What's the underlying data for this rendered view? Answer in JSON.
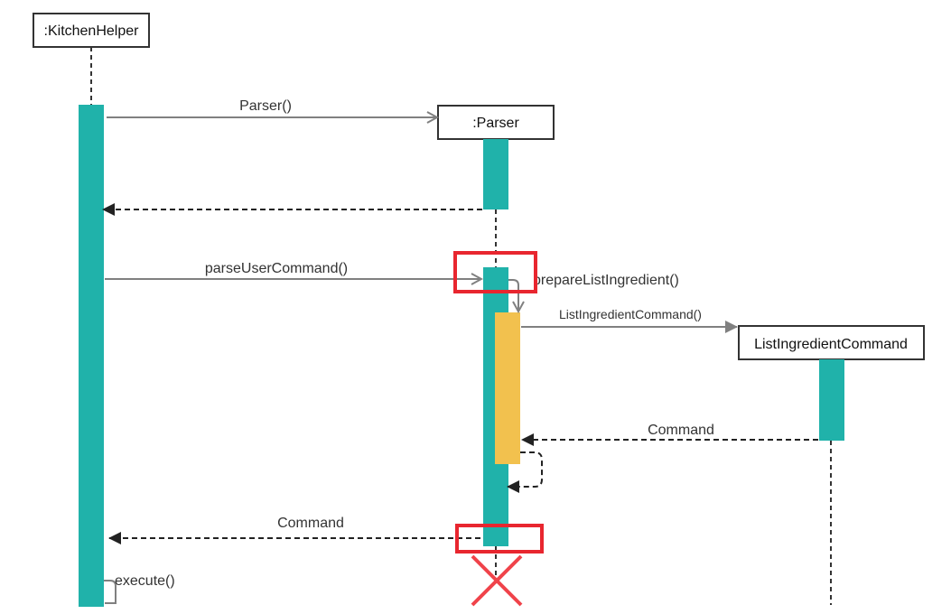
{
  "objects": {
    "kitchen_helper": ":KitchenHelper",
    "parser": ":Parser",
    "list_ingredient_command": "ListIngredientCommand"
  },
  "messages": {
    "parser_ctor": "Parser()",
    "parse_user_command": "parseUserCommand()",
    "prepare_list_ingredient": "prepareListIngredient()",
    "list_ingredient_ctor": "ListIngredientCommand()",
    "return_command_inner": "Command",
    "return_command_outer": "Command",
    "execute": "execute()"
  },
  "colors": {
    "activation": "#20b2aa",
    "nested_activation": "#f2c14e",
    "highlight_box": "#e8262f",
    "destroy_mark": "#f0434a",
    "call_arrow": "#808080",
    "return_arrow": "#222222",
    "lifeline": "#333333"
  }
}
